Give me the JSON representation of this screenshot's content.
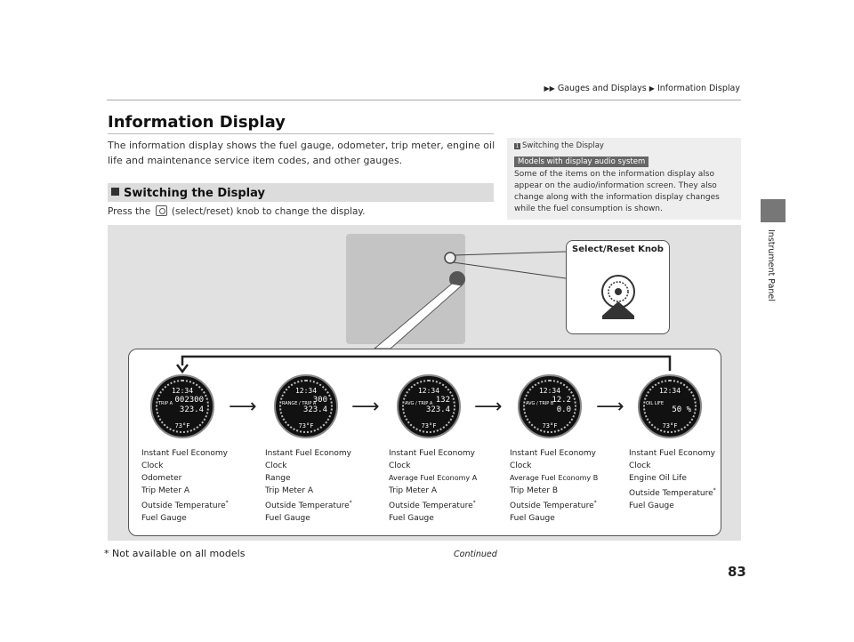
{
  "breadcrumb": {
    "arrows": "▶▶",
    "section": "Gauges and Displays",
    "sep": "▶",
    "page": "Information Display"
  },
  "page_title": "Information Display",
  "intro": "The information display shows the fuel gauge, odometer, trip meter, engine oil life and maintenance service item codes, and other gauges.",
  "section": {
    "heading": "Switching the Display"
  },
  "press": {
    "before": "Press the",
    "after": "(select/reset) knob to change the display."
  },
  "note": {
    "num": "1",
    "heading": "Switching the Display",
    "model_tag": "Models with display audio system",
    "body": "Some of the items on the information display also appear on the audio/information screen. They also change along with the information display changes while the fuel consumption is shown."
  },
  "side_label": "Instrument Panel",
  "figure": {
    "knob_label": "Select/Reset Knob",
    "gauges": [
      {
        "clock": "12:34",
        "trip": "TRIP A",
        "val1": "002300",
        "val2": "323.4",
        "temp": "73°F",
        "items": [
          "Instant Fuel Economy",
          "Clock",
          "Odometer",
          "Trip Meter A",
          "Outside Temperature",
          "Fuel Gauge"
        ]
      },
      {
        "clock": "12:34",
        "trip": "RANGE / TRIP A",
        "val1": "300",
        "val2": "323.4",
        "temp": "73°F",
        "items": [
          "Instant Fuel Economy",
          "Clock",
          "Range",
          "Trip Meter A",
          "Outside Temperature",
          "Fuel Gauge"
        ]
      },
      {
        "clock": "12:34",
        "trip": "AVG / TRIP A",
        "val1": "132",
        "val2": "323.4",
        "temp": "73°F",
        "items": [
          "Instant Fuel Economy",
          "Clock",
          "Average Fuel Economy A",
          "Trip Meter A",
          "Outside Temperature",
          "Fuel Gauge"
        ]
      },
      {
        "clock": "12:34",
        "trip": "AVG / TRIP B",
        "val1": "12.2",
        "val2": "0.0",
        "temp": "73°F",
        "items": [
          "Instant Fuel Economy",
          "Clock",
          "Average Fuel Economy B",
          "Trip Meter B",
          "Outside Temperature",
          "Fuel Gauge"
        ]
      },
      {
        "clock": "12:34",
        "trip": "OIL LIFE",
        "val1": "",
        "val2": "50 %",
        "temp": "73°F",
        "items": [
          "Instant Fuel Economy",
          "Clock",
          "Engine Oil Life",
          "Outside Temperature",
          "Fuel Gauge"
        ]
      }
    ],
    "asterisk": "*"
  },
  "footnote": "* Not available on all models",
  "continued": "Continued",
  "page_number": "83"
}
